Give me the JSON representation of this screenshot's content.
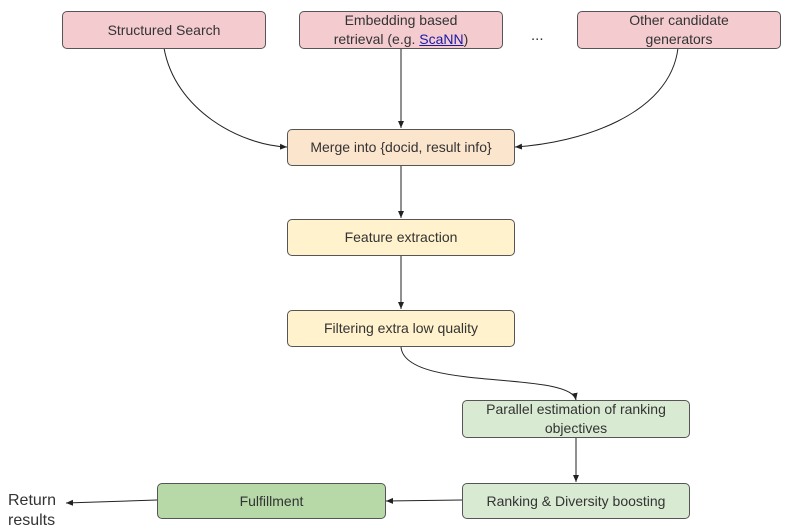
{
  "nodes": {
    "structured_search": "Structured Search",
    "embedding_retrieval": {
      "line1": "Embedding based",
      "line2_prefix": "retrieval (e.g. ",
      "link": "ScaNN",
      "line2_suffix": ")"
    },
    "ellipsis": "...",
    "other_generators": {
      "line1": "Other candidate",
      "line2": "generators"
    },
    "merge": "Merge into {docid, result info}",
    "feature_extraction": "Feature extraction",
    "filtering": "Filtering extra low quality",
    "parallel_estimation": {
      "line1": "Parallel estimation of ranking",
      "line2": "objectives"
    },
    "ranking": "Ranking & Diversity boosting",
    "fulfillment": "Fulfillment",
    "return_results": {
      "line1": "Return",
      "line2": "results"
    }
  },
  "colors": {
    "candidate": "#f4ccd0",
    "merge": "#fce5cd",
    "processing": "#fff2cc",
    "ranking": "#d9ead3",
    "fulfillment": "#b7d9a8",
    "link": "#1a1aa6",
    "edge": "#222222"
  }
}
